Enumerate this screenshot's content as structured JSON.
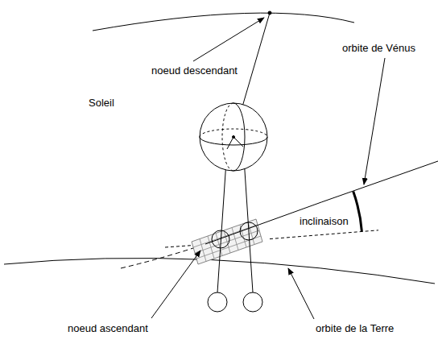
{
  "diagram": {
    "labels": [
      "noeud descendant",
      "orbite de Vénus",
      "Soleil",
      "inclinaison",
      "noeud ascendant",
      "orbite de la Terre"
    ]
  }
}
